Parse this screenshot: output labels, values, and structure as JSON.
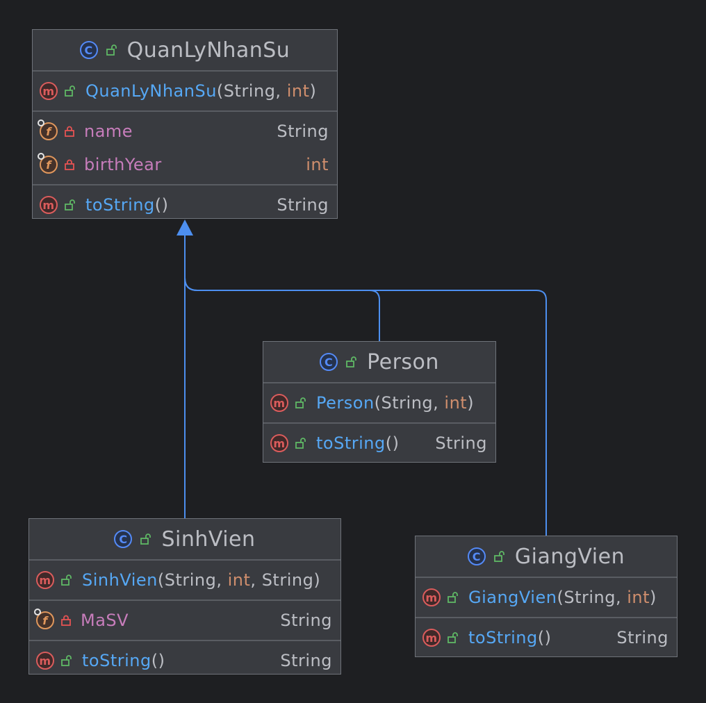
{
  "colors": {
    "background": "#1e1f22",
    "node_fill": "#393b40",
    "node_border": "#6f737a",
    "edge": "#4d8ff0",
    "class_icon": "#548af7",
    "method_icon": "#db5c5c",
    "field_icon": "#e0975c",
    "public_access": "#5fb865",
    "private_access": "#e55353",
    "method_name": "#56a8f5",
    "field_name": "#c77dbb",
    "primitive_type": "#cf8e6d",
    "text": "#bcbec4"
  },
  "icons": {
    "class": "C",
    "method": "m",
    "field": "f"
  },
  "classes": {
    "quanlynhansu": {
      "name": "QuanLyNhanSu",
      "constructor": {
        "name": "QuanLyNhanSu",
        "open": "(",
        "p1": "String",
        "sep1": ", ",
        "p2": "int",
        "close": ")"
      },
      "fields": [
        {
          "name": "name",
          "type": "String",
          "access": "private"
        },
        {
          "name": "birthYear",
          "type": "int",
          "access": "private"
        }
      ],
      "methods": [
        {
          "name": "toString",
          "parens": "()",
          "type": "String",
          "access": "public"
        }
      ]
    },
    "person": {
      "name": "Person",
      "constructor": {
        "name": "Person",
        "open": "(",
        "p1": "String",
        "sep1": ", ",
        "p2": "int",
        "close": ")"
      },
      "methods": [
        {
          "name": "toString",
          "parens": "()",
          "type": "String",
          "access": "public"
        }
      ]
    },
    "sinhvien": {
      "name": "SinhVien",
      "constructor": {
        "name": "SinhVien",
        "open": "(",
        "p1": "String",
        "sep1": ", ",
        "p2": "int",
        "sep2": ", ",
        "p3": "String",
        "close": ")"
      },
      "fields": [
        {
          "name": "MaSV",
          "type": "String",
          "access": "private"
        }
      ],
      "methods": [
        {
          "name": "toString",
          "parens": "()",
          "type": "String",
          "access": "public"
        }
      ]
    },
    "giangvien": {
      "name": "GiangVien",
      "constructor": {
        "name": "GiangVien",
        "open": "(",
        "p1": "String",
        "sep1": ", ",
        "p2": "int",
        "close": ")"
      },
      "methods": [
        {
          "name": "toString",
          "parens": "()",
          "type": "String",
          "access": "public"
        }
      ]
    }
  },
  "edges": [
    {
      "from": "SinhVien",
      "to": "QuanLyNhanSu",
      "kind": "extends"
    },
    {
      "from": "Person",
      "to": "QuanLyNhanSu",
      "kind": "extends"
    },
    {
      "from": "GiangVien",
      "to": "QuanLyNhanSu",
      "kind": "extends"
    }
  ]
}
